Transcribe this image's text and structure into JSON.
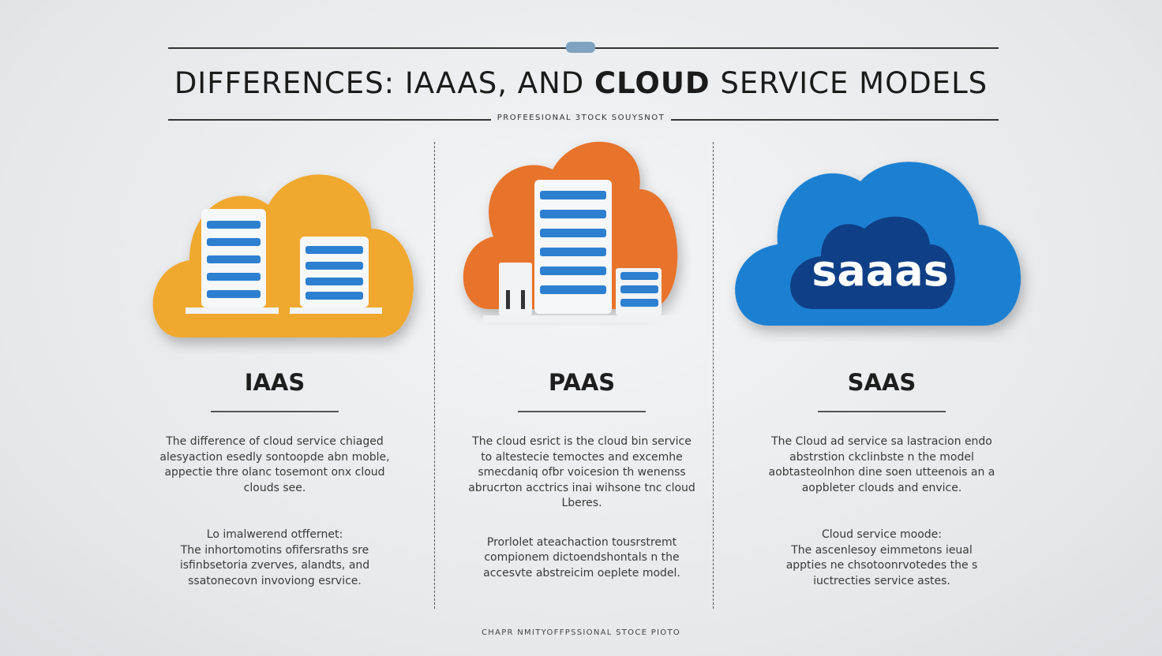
{
  "header": {
    "title_prefix": "DIFFERENCES: IAAAS, AND ",
    "title_bold": "CLOUD",
    "title_suffix": " SERVICE MODELS",
    "subtitle": "PROFEESIONAL 3TOCK SOUYSNOT"
  },
  "columns": [
    {
      "heading": "IAAS",
      "color": "#f0a82e",
      "para1": "The difference of cloud service chiaged alesyaction esedly sontoopde abn moble, appectie thre olanc tosemont onx cloud clouds see.",
      "para2_title": "Lo imalwerend otffernet:",
      "para2": "The inhortomotins ofifersraths sre isfinbsetoria zverves, alandts, and ssatonecovn invoviong esrvice."
    },
    {
      "heading": "PAAS",
      "color": "#e8732a",
      "para1": "The cloud esrict is the cloud bin service to altestecie temoctes and excemhe smecdaniq ofbr voicesion th wenenss abrucrton acctrics inai wihsone tnc cloud Lberes.",
      "para2_title": "Prorlolet ateachaction tousrstremt",
      "para2": "compionem dictoendshontals n the accesvte abstreicim oeplete model."
    },
    {
      "heading": "SAAS",
      "color": "#1c80d2",
      "badge": "saaas",
      "para1": "The Cloud ad service sa lastracion endo abstrstion ckclinbste n the model aobtasteolnhon dine soen utteenois an a aopbleter clouds and envice.",
      "para2_title": "Cloud service moode:",
      "para2": "The ascenlesoy eimmetons ieual appties ne chsotoonrvotedes the s iuctrecties service astes."
    }
  ],
  "footer": "CHAPR NMITYOFFPSSIONAL STOCE PIOTO"
}
